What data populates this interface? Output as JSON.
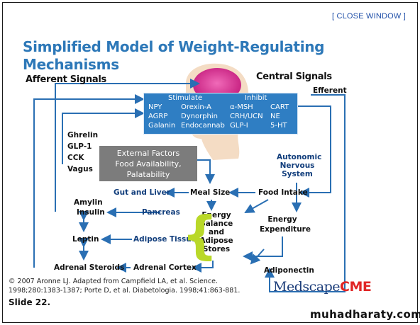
{
  "close_window": "[ CLOSE WINDOW ]",
  "title": "Simplified Model of Weight-Regulating Mechanisms",
  "afferent_signals": "Afferent Signals",
  "central_signals": "Central Signals",
  "efferent": "Efferent",
  "hormones": {
    "stimulate_label": "Stimulate",
    "inhibit_label": "Inhibit",
    "stimulate_col1": [
      "NPY",
      "AGRP",
      "Galanin"
    ],
    "stimulate_col2": [
      "Orexin-A",
      "Dynorphin",
      "Endocannab"
    ],
    "inhibit_col1": [
      "α-MSH",
      "CRH/UCN",
      "GLP-I"
    ],
    "inhibit_col2": [
      "CART",
      "NE",
      "5-HT"
    ]
  },
  "gut_signals": [
    "Ghrelin",
    "GLP-1",
    "CCK",
    "Vagus"
  ],
  "external_factors": [
    "External Factors",
    "Food Availability,",
    "Palatability"
  ],
  "nodes": {
    "gut_and_liver": "Gut and Liver",
    "meal_size": "Meal Size",
    "food_intake": "Food Intake",
    "autonomic": [
      "Autonomic",
      "Nervous",
      "System"
    ],
    "amylin": "Amylin",
    "insulin": "Insulin",
    "pancreas": "Pancreas",
    "energy_balance": [
      "Energy",
      "Balance",
      "and",
      "Adipose",
      "Stores"
    ],
    "energy_expenditure": [
      "Energy",
      "Expenditure"
    ],
    "leptin": "Leptin",
    "adipose_tissue": "Adipose Tissue",
    "adrenal_steroids": "Adrenal Steroids",
    "adrenal_cortex": "Adrenal Cortex",
    "adiponectin": "Adiponectin"
  },
  "citation": {
    "line1": "© 2007 Aronne LJ. Adapted from Campfield LA, et al. Science.",
    "line2": "1998;280:1383-1387; Porte D, et al. Diabetologia. 1998;41:863-881."
  },
  "slide_label": "Slide 22.",
  "logo": {
    "brand": "Medscape",
    "suffix": "CME"
  },
  "watermark": "muhadharaty.com",
  "colors": {
    "title": "#2d78b8",
    "arrow": "#2a6fb3",
    "hormone_box": "#2f7ec3",
    "external_box": "#7c7c7c",
    "bracket": "#b9d829",
    "cme": "#e02525"
  }
}
